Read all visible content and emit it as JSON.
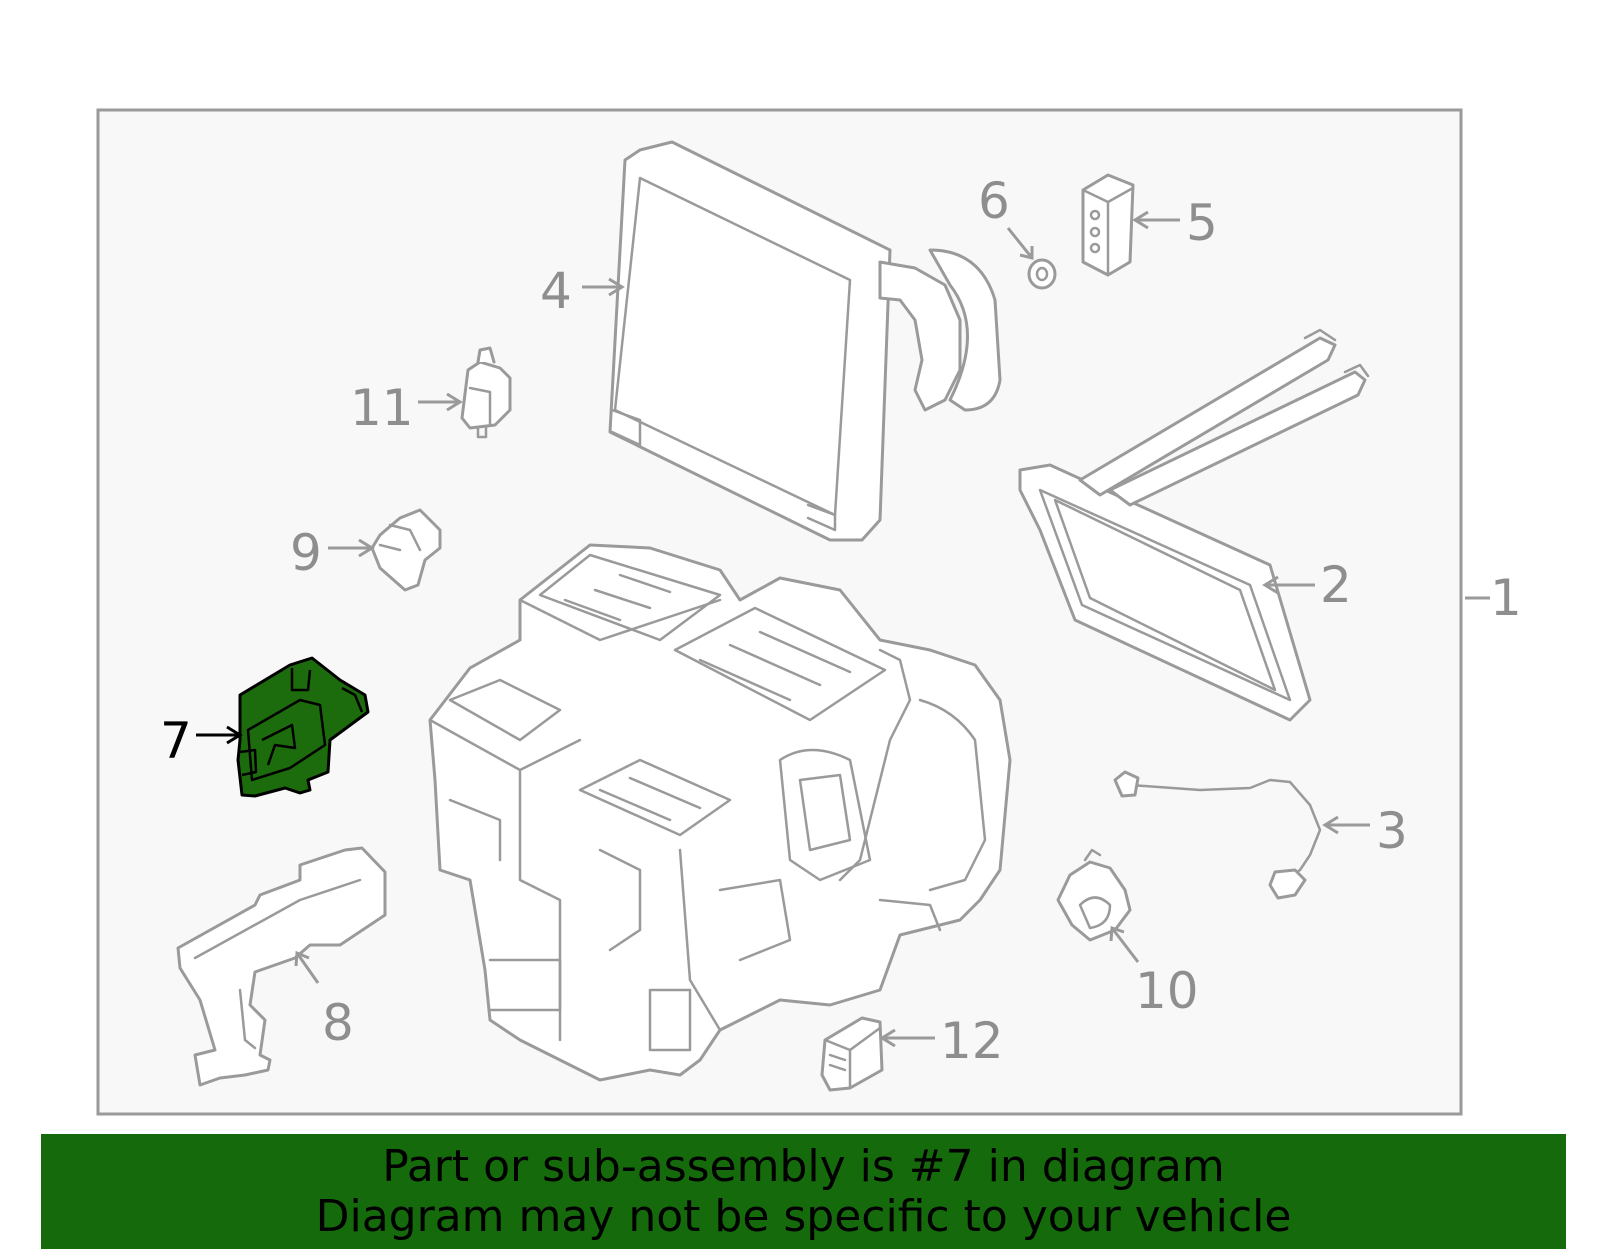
{
  "diagram": {
    "callouts": [
      {
        "id": "1",
        "label": "1"
      },
      {
        "id": "2",
        "label": "2"
      },
      {
        "id": "3",
        "label": "3"
      },
      {
        "id": "4",
        "label": "4"
      },
      {
        "id": "5",
        "label": "5"
      },
      {
        "id": "6",
        "label": "6"
      },
      {
        "id": "7",
        "label": "7"
      },
      {
        "id": "8",
        "label": "8"
      },
      {
        "id": "9",
        "label": "9"
      },
      {
        "id": "10",
        "label": "10"
      },
      {
        "id": "11",
        "label": "11"
      },
      {
        "id": "12",
        "label": "12"
      }
    ],
    "highlighted_part": "7",
    "colors": {
      "highlight_fill": "#1c6b0c",
      "banner_background": "#156b0b",
      "part_outline": "#9a9a9a",
      "frame_background": "#f8f8f8"
    }
  },
  "banner": {
    "line1": "Part or sub-assembly is #7 in diagram",
    "line2": "Diagram may not be specific to your vehicle"
  }
}
